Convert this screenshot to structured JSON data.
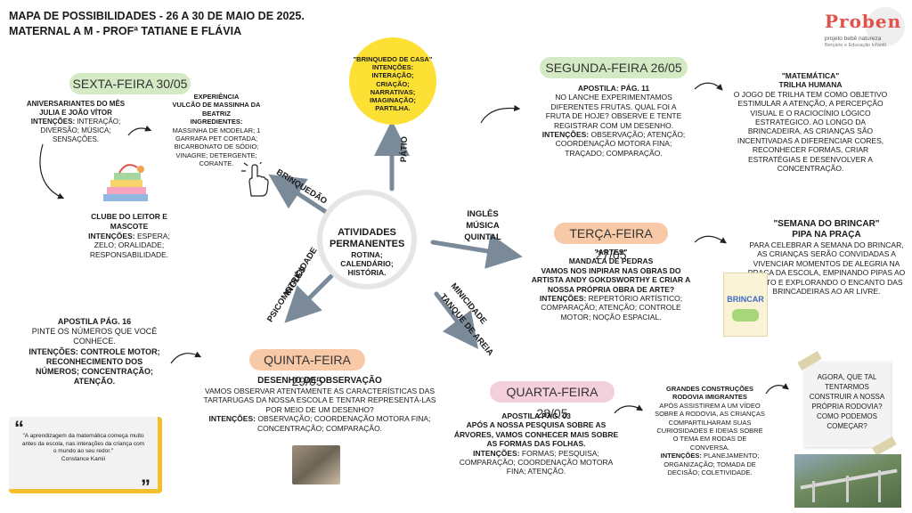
{
  "header": {
    "line1": "MAPA DE POSSIBILIDADES -  26 A 30 DE MAIO DE 2025.",
    "line2": "MATERNAL A M - PROFª TATIANE E FLÁVIA"
  },
  "logo": {
    "name": "Proben",
    "tagline": "projeto bebê natureza",
    "sub": "Berçário e Educação Infantil"
  },
  "center": {
    "title": "ATIVIDADES PERMANENTES",
    "sub": "ROTINA; CALENDÁRIO; HISTÓRIA."
  },
  "arrows": {
    "patio": "PÁTIO",
    "brinquedo": "BRINQUEDÃO",
    "ingles_top": "INGLÊS",
    "musica": "MÚSICA",
    "quintal": "QUINTAL",
    "ingles_left": "INGLÊS",
    "psico": "PSICOMOTRICIDADE",
    "minicidade": "MINICIDADE",
    "tanque": "TANQUE DE AREIA"
  },
  "brinquedo_casa": {
    "title": "\"BRINQUEDO DE CASA\"",
    "intencoes": "INTENÇÕES: INTERAÇÃO; CRIAÇÃO; NARRATIVAS; IMAGINAÇÃO; PARTILHA."
  },
  "segunda": {
    "day": "SEGUNDA-FEIRA 26/05",
    "apostila": "APOSTILA: PÁG. 11",
    "texto": "NO LANCHE EXPERIMENTAMOS DIFERENTES FRUTAS. QUAL FOI A FRUTA DE HOJE? OBSERVE E TENTE REGISTRAR COM UM DESENHO.",
    "int_label": "INTENÇÕES:",
    "int_text": " OBSERVAÇÃO; ATENÇÃO; COORDENAÇÃO MOTORA FINA; TRAÇADO; COMPARAÇÃO.",
    "mat_title": "\"MATEMÁTICA\"",
    "mat_sub": "TRILHA HUMANA",
    "mat_text": "O JOGO DE TRILHA TEM COMO OBJETIVO ESTIMULAR A ATENÇÃO, A PERCEPÇÃO VISUAL E O RACIOCÍNIO LÓGICO ESTRATÉGICO. AO LONGO DA BRINCADEIRA, AS CRIANÇAS SÃO INCENTIVADAS A DIFERENCIAR CORES, RECONHECER FORMAS, CRIAR ESTRATÉGIAS E DESENVOLVER A CONCENTRAÇÃO."
  },
  "terca": {
    "day": "TERÇA-FEIRA 27/05",
    "artes": "\"ARTES\"",
    "mandala": "MANDALA DE PEDRAS",
    "texto": "VAMOS NOS INPIRAR NAS OBRAS DO ARTISTA ANDY GOKDSWORTHY E CRIAR A NOSSA PRÓPRIA OBRA DE ARTE?",
    "int_label": "INTENÇÕES:",
    "int_text": " REPERTÓRIO ARTÍSTICO; COMPARAÇÃO; ATENÇÃO; CONTROLE MOTOR; NOÇÃO ESPACIAL.",
    "semana_title": "\"SEMANA DO BRINCAR\"",
    "semana_sub": "PIPA NA PRAÇA",
    "semana_text": "PARA CELEBRAR A SEMANA DO BRINCAR, AS CRIANÇAS SERÃO CONVIDADAS A VIVENCIAR MOMENTOS DE ALEGRIA NA PRAÇA DA ESCOLA, EMPINANDO PIPAS AO VENTO E EXPLORANDO O ENCANTO DAS BRINCADEIRAS AO AR LIVRE.",
    "book_title": "BRINCAR"
  },
  "quarta": {
    "day": "QUARTA-FEIRA  28/05",
    "apostila": "APOSTILA PÁG. 03",
    "texto": "APÓS A NOSSA PESQUISA SOBRE AS ÁRVORES, VAMOS CONHECER MAIS SOBRE AS FORMAS DAS FOLHAS.",
    "int_label": "INTENÇÕES:",
    "int_text": " FORMAS; PESQUISA; COMPARAÇÃO; COORDENAÇÃO MOTORA FINA; ATENÇÃO.",
    "gc_title": "GRANDES CONSTRUÇÕES RODOVIA IMIGRANTES",
    "gc_text": "APÓS ASSISTIREM A UM VÍDEO SOBRE A RODOVIA, AS CRIANÇAS COMPARTILHARAM SUAS CURIOSIDADES E IDEIAS SOBRE O TEMA EM RODAS DE CONVERSA.",
    "gc_int_label": "INTENÇÕES:",
    "gc_int_text": " PLANEJAMENTO; ORGANIZAÇÃO; TOMADA DE DECISÃO; COLETIVIDADE.",
    "note": "AGORA, QUE TAL TENTARMOS CONSTRUIR A NOSSA PRÓPRIA RODOVIA? COMO PODEMOS COMEÇAR?"
  },
  "quinta": {
    "day": "QUINTA-FEIRA 29/05",
    "subtitle": "DESENHO DE OBSERVAÇÃO",
    "texto": "VAMOS OBSERVAR ATENTAMENTE AS CARACTERÍSTICAS DAS TARTARUGAS DA NOSSA ESCOLA E TENTAR REPRESENTÁ-LAS POR MEIO DE UM DESENHO?",
    "int_label": "INTENÇÕES:",
    "int_text": " OBSERVAÇÃO; COORDENAÇÃO MOTORA FINA; CONCENTRAÇÃO; COMPARAÇÃO.",
    "apostila": "APOSTILA PÁG. 16",
    "apostila_text": "PINTE OS NÚMEROS QUE VOCÊ CONHECE.",
    "apostila_int": "INTENÇÕES: CONTROLE MOTOR; RECONHECIMENTO DOS NÚMEROS; CONCENTRAÇÃO; ATENÇÃO."
  },
  "sexta": {
    "day": "SEXTA-FEIRA 30/05",
    "aniv_title": "ANIVERSARIANTES DO MÊS JULIA E JOÃO VÍTOR",
    "aniv_int_label": "INTENÇÕES:",
    "aniv_int_text": " INTERAÇÃO; DIVERSÃO; MÚSICA; SENSAÇÕES.",
    "exp_title": "EXPERIÊNCIA",
    "exp_sub": "VULCÃO DE MASSINHA DA BEATRIZ",
    "exp_ing": "INGREDIENTES:",
    "exp_text": "MASSINHA DE MODELAR; 1 GARRAFA PET CORTADA; BICARBONATO DE SÓDIO; VINAGRE; DETERGENTE; CORANTE.",
    "clube_title": "CLUBE DO LEITOR E MASCOTE",
    "clube_int_label": "INTENÇÕES:",
    "clube_int_text": " ESPERA; ZELO; ORALIDADE; RESPONSABILIDADE."
  },
  "quote": {
    "text": "\"A aprendizagem da matemática começa muito antes da escola, nas interações da criança com o mundo ao seu redor.\"",
    "author": "Constance Kamii"
  },
  "colors": {
    "green_pill": "#d4eac4",
    "orange_pill": "#f7c9a7",
    "pink_pill": "#f4cfdc",
    "yellow": "#fce034",
    "arrow": "#7a8a99",
    "quote_accent": "#f2c02c"
  }
}
